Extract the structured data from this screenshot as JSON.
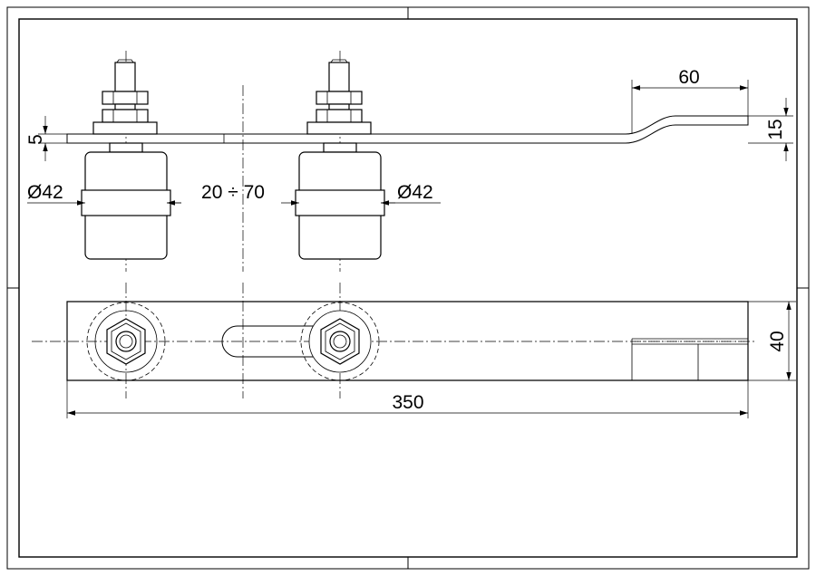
{
  "dimensions": {
    "plate_thickness": "5",
    "bend_length": "60",
    "bend_offset": "15",
    "roller_diameter_left": "Ø42",
    "roller_diameter_right": "Ø42",
    "roller_spacing": "20 ÷ 70",
    "total_length": "350",
    "plate_width": "40"
  }
}
